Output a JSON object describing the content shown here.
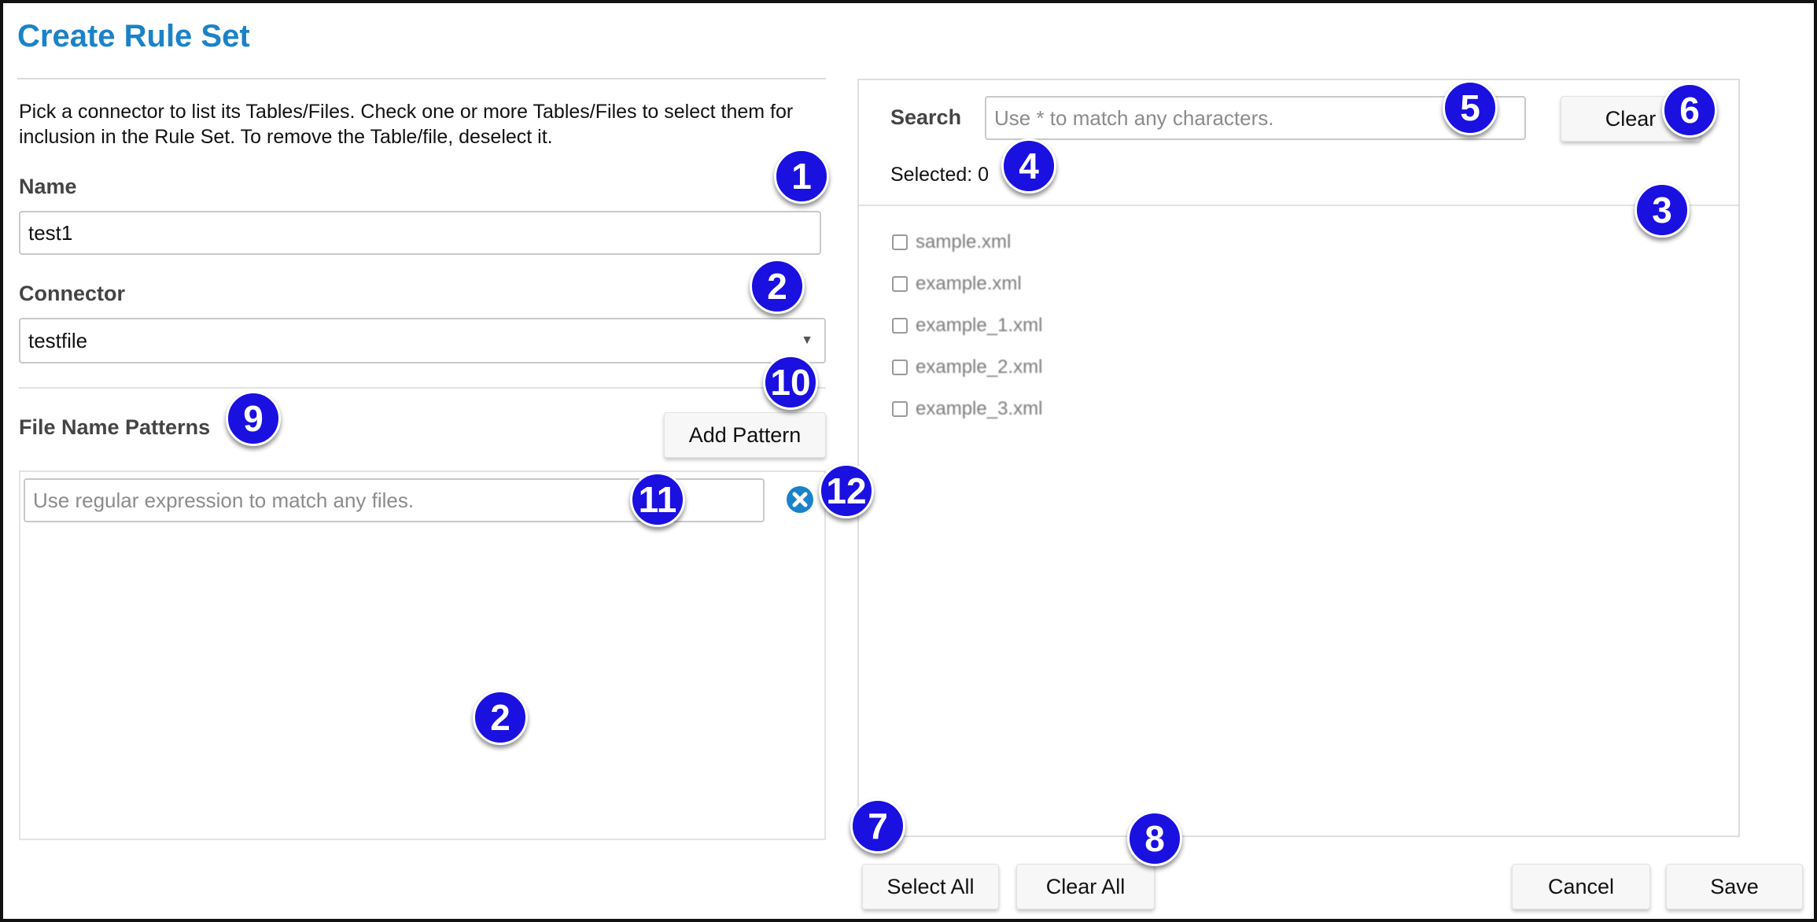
{
  "page": {
    "title": "Create Rule Set",
    "intro": "Pick a connector to list its Tables/Files. Check one or more Tables/Files to select them for inclusion in the Rule Set. To remove the Table/file, deselect it."
  },
  "form": {
    "name_label": "Name",
    "name_value": "test1",
    "connector_label": "Connector",
    "connector_value": "testfile",
    "patterns_label": "File Name Patterns",
    "add_pattern_label": "Add Pattern",
    "pattern_placeholder": "Use regular expression to match any files."
  },
  "search": {
    "label": "Search",
    "placeholder": "Use * to match any characters.",
    "clear_label": "Clear",
    "selected_text": "Selected: 0"
  },
  "files": [
    "sample.xml",
    "example.xml",
    "example_1.xml",
    "example_2.xml",
    "example_3.xml"
  ],
  "footer": {
    "select_all_label": "Select All",
    "clear_all_label": "Clear All",
    "cancel_label": "Cancel",
    "save_label": "Save"
  },
  "callouts": [
    "1",
    "2",
    "2",
    "3",
    "4",
    "5",
    "6",
    "7",
    "8",
    "9",
    "10",
    "11",
    "12"
  ],
  "colors": {
    "title": "#1a82c8",
    "callout": "#1a10e0",
    "remove_icon": "#1a82c8"
  }
}
